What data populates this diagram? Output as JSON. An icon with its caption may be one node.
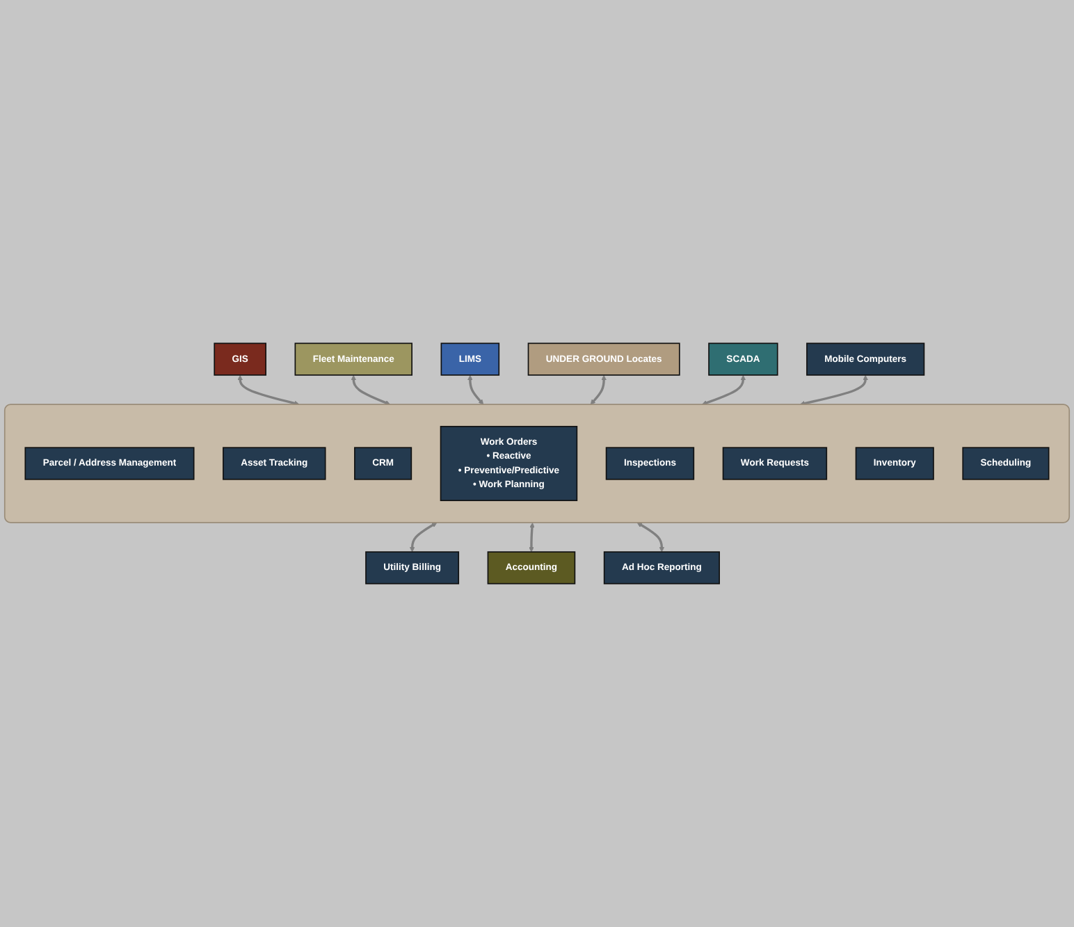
{
  "diagram": {
    "nodes": [
      {
        "text": [
          "GIS"
        ]
      },
      {
        "text": [
          "Fleet Maintenance"
        ]
      },
      {
        "text": [
          "LIMS"
        ]
      },
      {
        "text": [],
        "shape": "box"
      },
      {
        "text": [
          "Parcel / Address Management"
        ],
        "in": 3
      },
      {
        "text": [
          "Asset Tracking"
        ],
        "in": 3
      },
      {
        "text": [
          "CRM"
        ],
        "in": 3
      },
      {
        "text": [
          "Work Orders",
          "• Reactive",
          "• Preventive/Predictive",
          "• Work Planning"
        ],
        "in": 3
      },
      {
        "text": [
          "Inspections"
        ],
        "in": 3
      },
      {
        "text": [
          "Work Requests"
        ],
        "in": 3
      },
      {
        "text": [
          "Inventory"
        ],
        "in": 3
      },
      {
        "text": [
          "Scheduling"
        ],
        "in": 3
      },
      {
        "text": [
          "UNDER GROUND Locates"
        ]
      },
      {
        "text": [
          "SCADA"
        ]
      },
      {
        "text": [
          "Mobile Computers"
        ]
      },
      {
        "text": [
          "Utility Billing"
        ]
      },
      {
        "text": [
          "Accounting"
        ]
      },
      {
        "text": [
          "Ad Hoc Reporting"
        ]
      }
    ],
    "edges": [
      {
        "from": 0,
        "to": 3,
        "arrow": "both"
      },
      {
        "from": 1,
        "to": 3,
        "arrow": "both"
      },
      {
        "from": 2,
        "to": 3,
        "arrow": "both"
      },
      {
        "from": 12,
        "to": 3,
        "arrow": "both"
      },
      {
        "from": 13,
        "to": 3,
        "arrow": "both"
      },
      {
        "from": 14,
        "to": 3,
        "arrow": "both"
      },
      {
        "from": 3,
        "to": 15,
        "arrow": "both"
      },
      {
        "from": 3,
        "to": 16,
        "arrow": "both"
      },
      {
        "from": 3,
        "to": 17,
        "arrow": "both"
      }
    ]
  }
}
